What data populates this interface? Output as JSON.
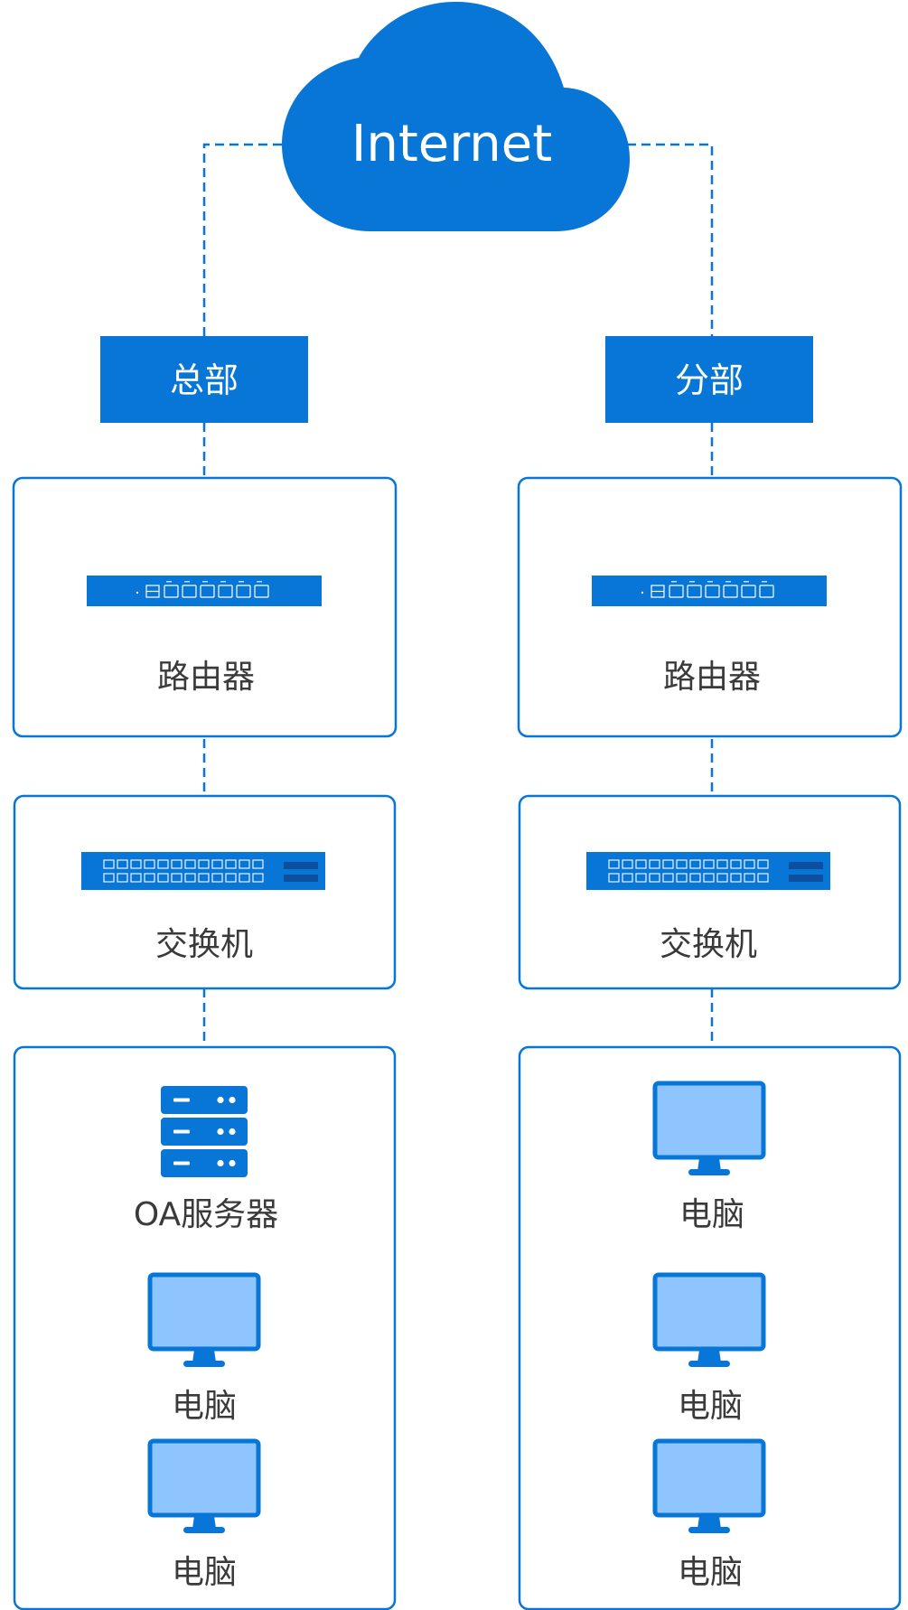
{
  "colors": {
    "primary": "#0776d6",
    "primary_dark": "#0d4f9c",
    "screen_fill": "#8fc5ff",
    "text": "#3a3a3a",
    "border": "#0776d6",
    "background": "#ffffff"
  },
  "cloud": {
    "label": "Internet",
    "icon": "cloud-icon"
  },
  "sites": [
    {
      "site_label": "总部",
      "router": {
        "label": "路由器",
        "icon": "router-icon"
      },
      "switch": {
        "label": "交换机",
        "icon": "switch-icon"
      },
      "devices": [
        {
          "label": "OA服务器",
          "icon": "server-icon"
        },
        {
          "label": "电脑",
          "icon": "monitor-icon"
        },
        {
          "label": "电脑",
          "icon": "monitor-icon"
        }
      ]
    },
    {
      "site_label": "分部",
      "router": {
        "label": "路由器",
        "icon": "router-icon"
      },
      "switch": {
        "label": "交换机",
        "icon": "switch-icon"
      },
      "devices": [
        {
          "label": "电脑",
          "icon": "monitor-icon"
        },
        {
          "label": "电脑",
          "icon": "monitor-icon"
        },
        {
          "label": "电脑",
          "icon": "monitor-icon"
        }
      ]
    }
  ]
}
